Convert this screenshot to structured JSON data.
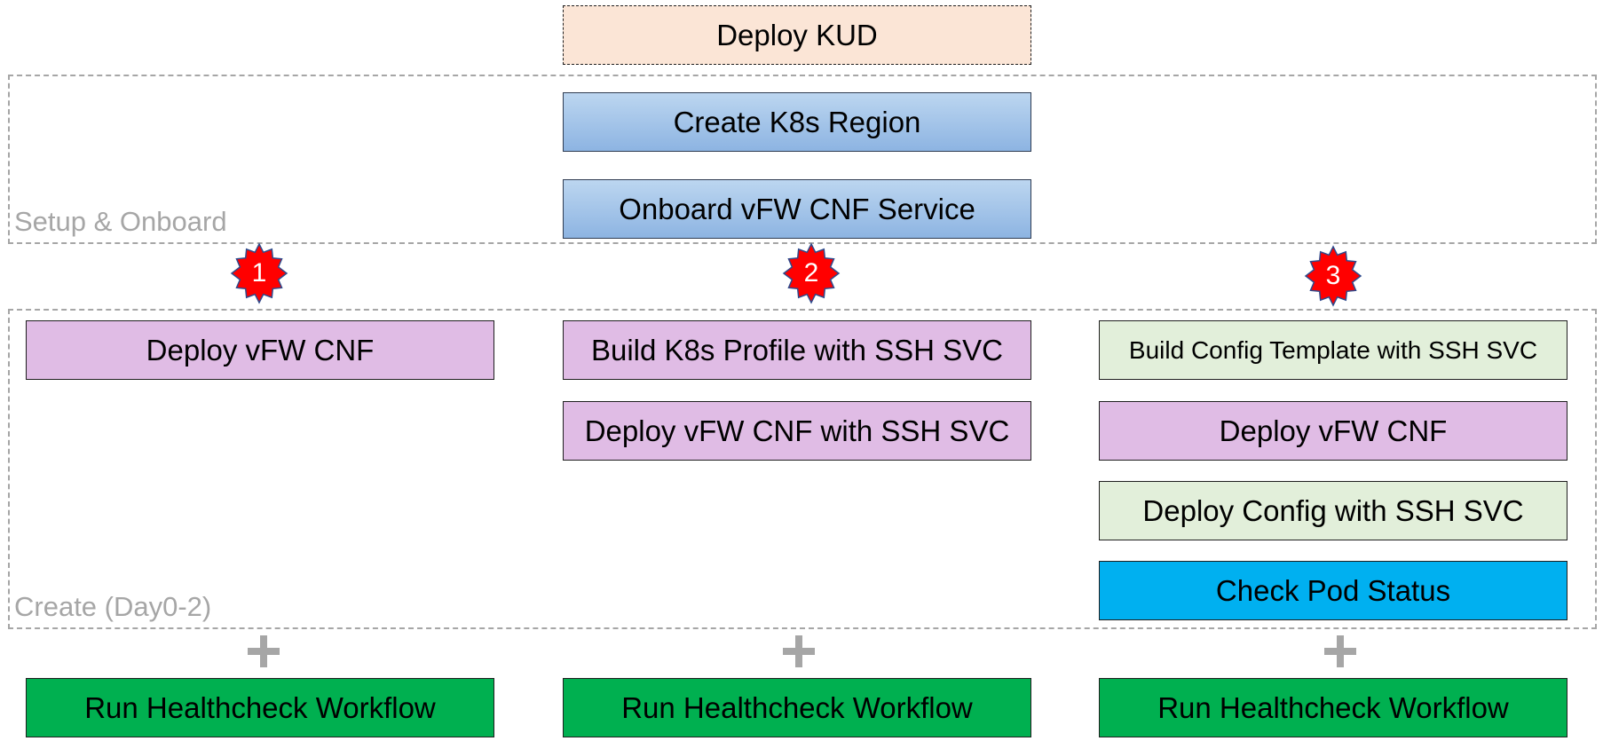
{
  "diagram": {
    "top_box": "Deploy KUD",
    "setup_group": {
      "label": "Setup & Onboard",
      "steps": [
        "Create K8s Region",
        "Onboard vFW CNF Service"
      ]
    },
    "create_group": {
      "label": "Create (Day0-2)",
      "columns": [
        {
          "badge": "1",
          "steps": [
            "Deploy vFW CNF"
          ]
        },
        {
          "badge": "2",
          "steps": [
            "Build K8s Profile with SSH SVC",
            "Deploy vFW CNF with SSH SVC"
          ]
        },
        {
          "badge": "3",
          "steps": [
            "Build Config Template with SSH SVC",
            "Deploy vFW CNF",
            "Deploy Config with SSH SVC",
            "Check Pod Status"
          ]
        }
      ]
    },
    "healthcheck": [
      "Run Healthcheck Workflow",
      "Run Healthcheck Workflow",
      "Run Healthcheck Workflow"
    ]
  },
  "colors": {
    "config_step": "#e2efda",
    "cnf_step": "#e0bce5",
    "setup_step": "#8db4e2",
    "status_step": "#00b0f0",
    "healthcheck_step": "#00b050",
    "kud_step": "#fbe5d6",
    "badge": "#ff0000",
    "group_border": "#a6a6a6"
  }
}
